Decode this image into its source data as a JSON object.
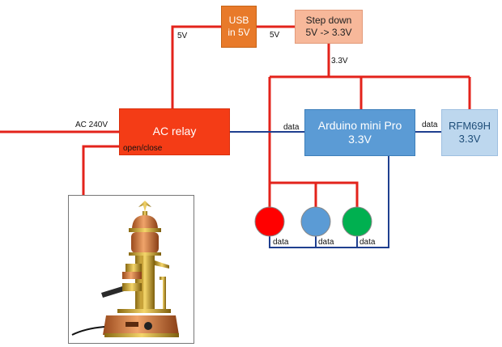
{
  "colors": {
    "power_line": "#e3231b",
    "data_line": "#1f3f8f",
    "relay": "#f43c16",
    "usb": "#e87a2a",
    "step_down": "#f7b89a",
    "arduino": "#5b9bd5",
    "rfm": "#bdd7ee",
    "led_red": "#ff0000",
    "led_blue": "#5b9bd5",
    "led_green": "#00b050"
  },
  "nodes": {
    "usb": {
      "line1": "USB",
      "line2": "in 5V"
    },
    "step_down": {
      "line1": "Step down",
      "line2": "5V -> 3.3V"
    },
    "relay": {
      "line1": "AC relay"
    },
    "arduino": {
      "line1": "Arduino mini Pro",
      "line2": "3.3V"
    },
    "rfm": {
      "line1": "RFM69H",
      "line2": "3.3V"
    }
  },
  "labels": {
    "ac_in": "AC 240V",
    "usb_to_relay": "5V",
    "usb_to_step": "5V",
    "step_out": "3.3V",
    "relay_data": "data",
    "rfm_data": "data",
    "open_close": "open/close",
    "led1_data": "data",
    "led2_data": "data",
    "led3_data": "data"
  },
  "leds": [
    {
      "name": "red-led",
      "color": "#ff0000"
    },
    {
      "name": "blue-led",
      "color": "#5b9bd5"
    },
    {
      "name": "green-led",
      "color": "#00b050"
    }
  ],
  "photo": {
    "subject": "espresso-machine"
  }
}
